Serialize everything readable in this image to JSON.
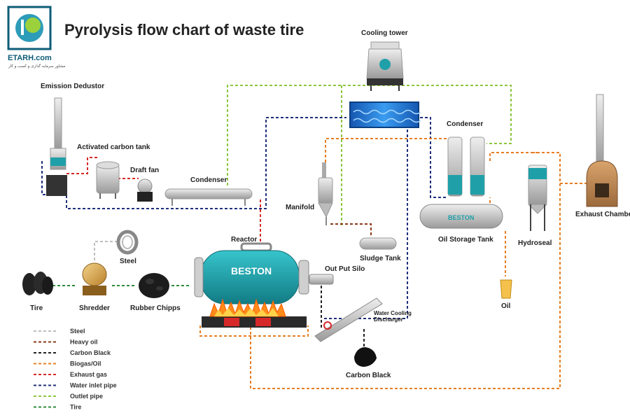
{
  "logo": {
    "name": "ETARH.com",
    "tagline": "مشاور سرمایه گذاری و کسب و کار"
  },
  "title": "Pyrolysis flow chart of waste tire",
  "equipment": {
    "cooling_tower": "Cooling tower",
    "emission_dedustor": "Emission Dedustor",
    "activated_carbon_tank": "Activated carbon tank",
    "draft_fan": "Draft fan",
    "condenser_left": "Condenser",
    "condenser_right": "Condenser",
    "manifold": "Manifold",
    "sludge_tank": "Sludge Tank",
    "oil_storage_tank": "Oil Storage Tank",
    "hydroseal": "Hydroseal",
    "exhaust_chamber": "Exhaust Chamber",
    "reactor": "Reactor",
    "steel": "Steel",
    "output_silo": "Out Put Silo",
    "water_cooling_discharger_1": "Water Cooling",
    "water_cooling_discharger_2": "Discharger",
    "tire": "Tire",
    "shredder": "Shredder",
    "rubber_chips": "Rubber Chipps",
    "carbon_black": "Carbon Black",
    "oil": "Oil"
  },
  "brand_marks": {
    "reactor": "BESTON",
    "oil_tank": "BESTON"
  },
  "legend": [
    {
      "label": "Steel",
      "color": "#bdbdbd"
    },
    {
      "label": "Heavy oil",
      "color": "#8b3a1a"
    },
    {
      "label": "Carbon Black",
      "color": "#222222"
    },
    {
      "label": "Biogas/Oil",
      "color": "#e67e22"
    },
    {
      "label": "Exhaust gas",
      "color": "#d62828"
    },
    {
      "label": "Water inlet pipe",
      "color": "#1f2f7a"
    },
    {
      "label": "Outlet pipe",
      "color": "#8cc63f"
    },
    {
      "label": "Tire",
      "color": "#2e8b3a"
    }
  ],
  "colors": {
    "teal": "#1fa0a8",
    "water": "#1b6fd1",
    "flame": "#ff8c1a",
    "logo": "#0d5c78"
  }
}
